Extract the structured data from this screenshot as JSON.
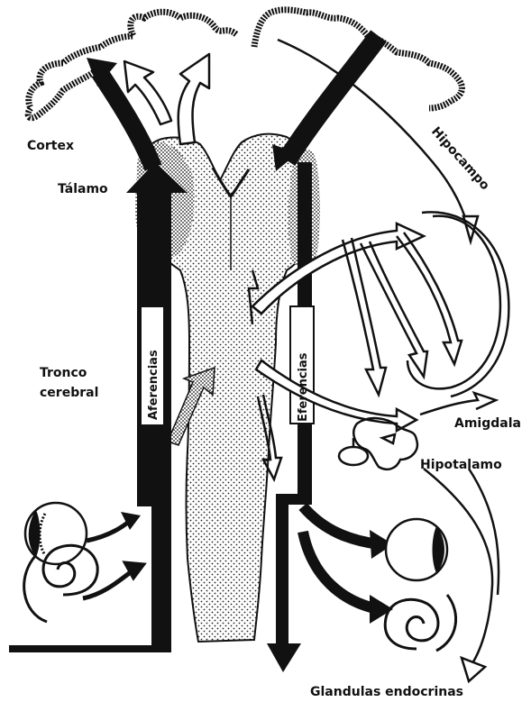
{
  "labels": {
    "cortex": "Cortex",
    "talamo": "Tálamo",
    "hipocampo": "Hipocampo",
    "tronco_line1": "Tronco",
    "tronco_line2": "cerebral",
    "aferencias": "Aferencias",
    "eferencias": "Eferencias",
    "amigdala": "Amigdala",
    "hipotalamo": "Hipotalamo",
    "glandulas": "Glandulas endocrinas"
  },
  "colors": {
    "ink": "#111111",
    "paper": "#ffffff"
  }
}
